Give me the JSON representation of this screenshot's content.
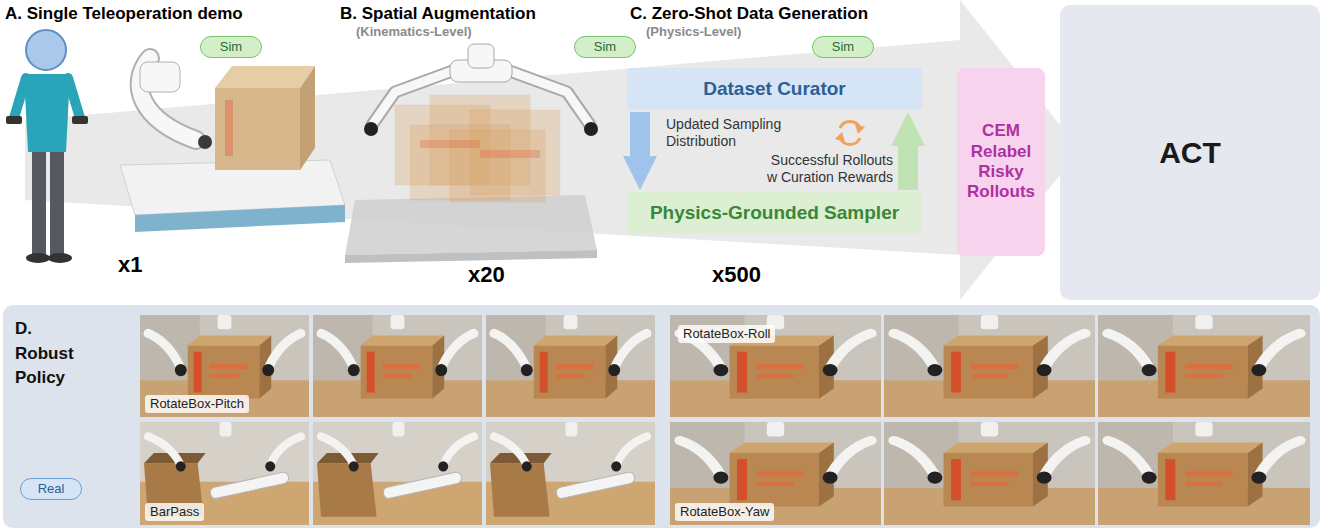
{
  "diagram": {
    "nodes": [
      {
        "text": [
          "Sim"
        ]
      },
      {
        "text": [
          "Sim"
        ]
      },
      {
        "text": [
          "Sim"
        ]
      },
      {
        "text": [
          "Dataset Curator"
        ]
      },
      {
        "text": [
          "Physics-Grounded Sampler"
        ]
      },
      {
        "text": [
          "CEM Relabel Risky Rollouts"
        ]
      },
      {
        "text": [
          "ACT"
        ]
      },
      {
        "text": [
          "D. Robust Policy"
        ]
      },
      {
        "text": [
          "RotateBox-Pitch"
        ],
        "in": 7
      },
      {
        "text": [
          "RotateBox-Roll"
        ],
        "in": 7
      },
      {
        "text": [
          "Real"
        ],
        "in": 7
      },
      {
        "text": [
          "BarPass"
        ],
        "in": 7
      },
      {
        "text": [
          "RotateBox-Yaw"
        ],
        "in": 7
      }
    ],
    "edges": [
      {
        "from": 3,
        "to": 4,
        "arrow": "to",
        "label": "Updated Sampling Distribution"
      },
      {
        "from": 4,
        "to": 3,
        "arrow": "to",
        "label": "Successful Rollouts w Curation Rewards"
      }
    ],
    "labels": [
      "A. Single Teleoperation demo",
      "x1",
      "B. Spatial Augmentation",
      "(Kinematics-Level)",
      "x20",
      "C. Zero-Shot Data Generation",
      "(Physics-Level)",
      "x500"
    ]
  }
}
